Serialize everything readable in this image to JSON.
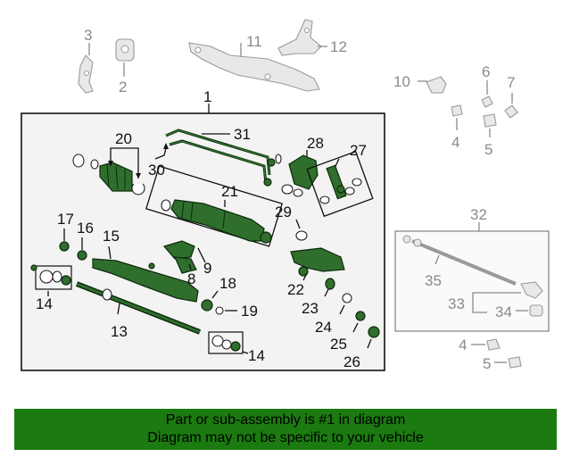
{
  "banner": {
    "line1": "Part or sub-assembly is #1 in diagram",
    "line2": "Diagram may not be specific to your vehicle"
  },
  "colors": {
    "part_green": "#2f6e2c",
    "banner_green": "#1b7a10",
    "callout_gray": "#8a8a8a"
  },
  "callouts": {
    "c1": "1",
    "c2": "2",
    "c3": "3",
    "c4a": "4",
    "c4b": "4",
    "c5a": "5",
    "c5b": "5",
    "c6": "6",
    "c7": "7",
    "c8": "8",
    "c9": "9",
    "c10": "10",
    "c11": "11",
    "c12": "12",
    "c13": "13",
    "c14a": "14",
    "c14b": "14",
    "c15": "15",
    "c16": "16",
    "c17": "17",
    "c18": "18",
    "c19": "19",
    "c20": "20",
    "c21": "21",
    "c22": "22",
    "c23": "23",
    "c24": "24",
    "c25": "25",
    "c26": "26",
    "c27": "27",
    "c28": "28",
    "c29": "29",
    "c30": "30",
    "c31": "31",
    "c32": "32",
    "c33": "33",
    "c34": "34",
    "c35": "35"
  }
}
